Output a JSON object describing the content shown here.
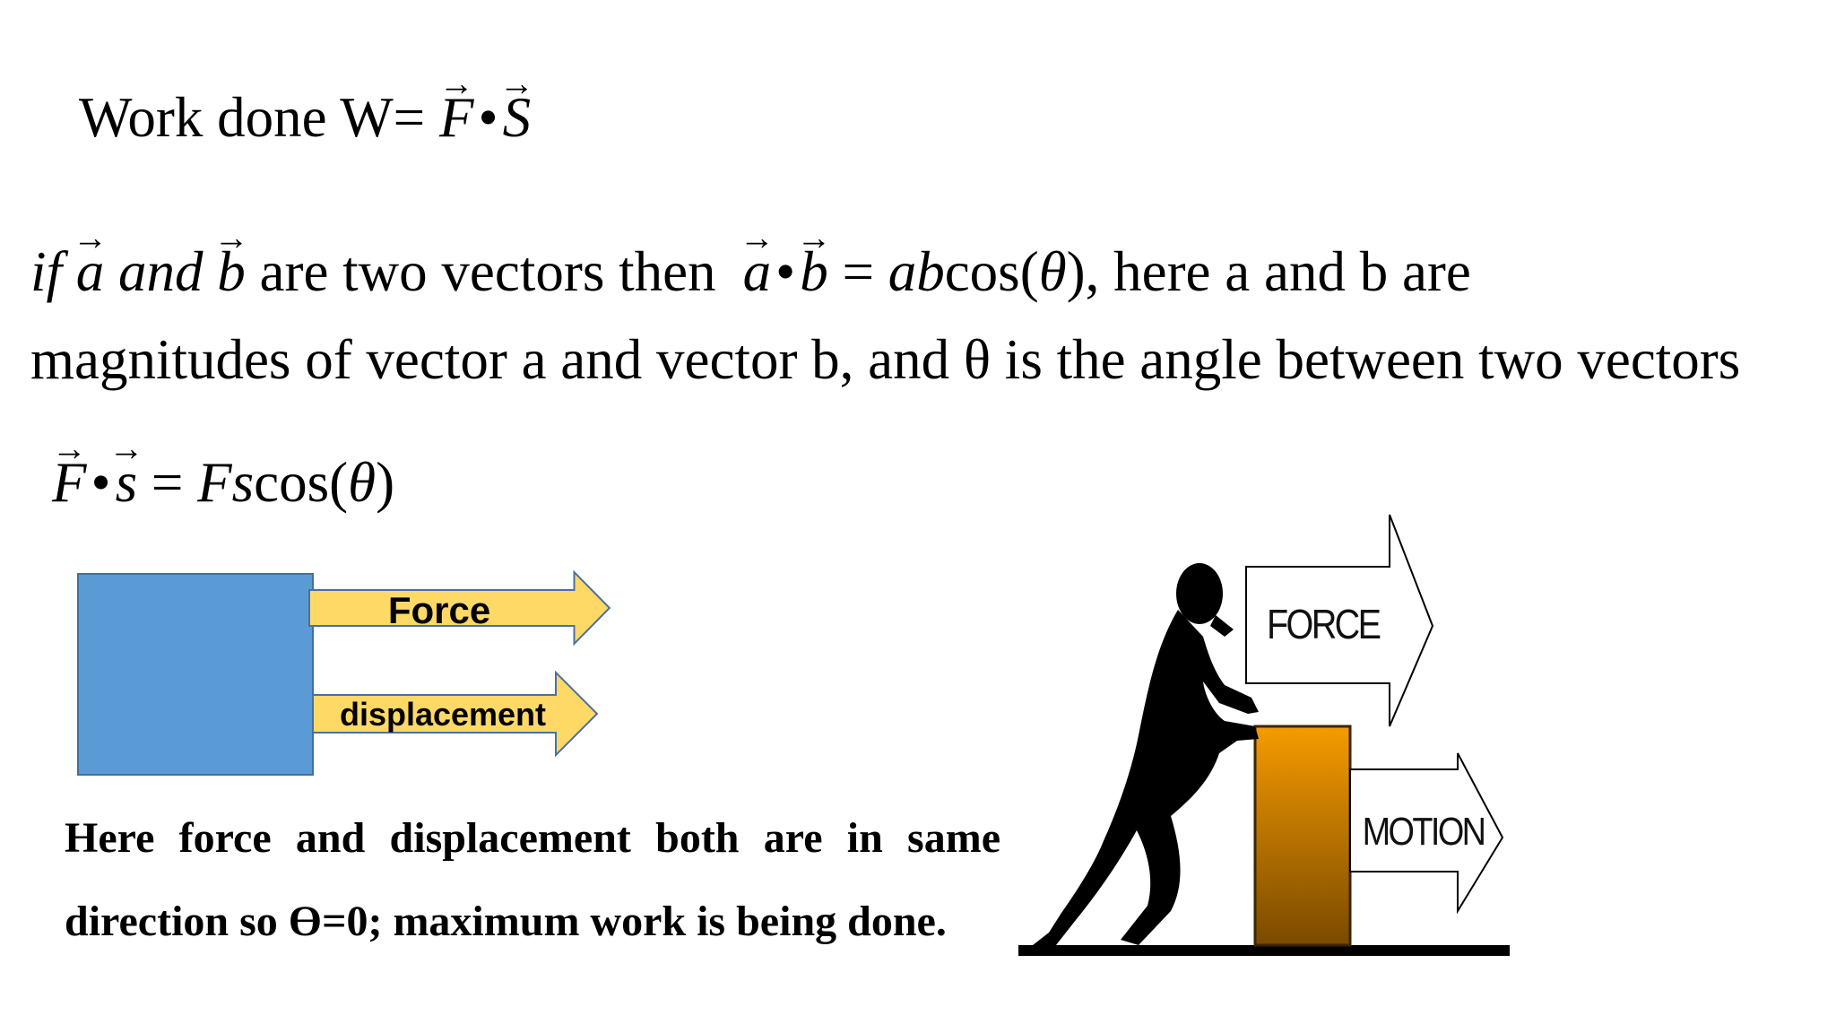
{
  "line1": {
    "prefix": "Work done W= ",
    "vec_f": "F",
    "dot": "•",
    "vec_s": "S"
  },
  "line2": {
    "if_word": "if",
    "vec_a": "a",
    "and_word": "and",
    "vec_b": "b",
    "middle_text": "are two vectors then",
    "dot": "•",
    "equals": "=",
    "ab": "ab",
    "cos_open": "cos(",
    "theta": "θ",
    "tail": "), here a  and b are"
  },
  "line3": {
    "text": "magnitudes of vector a and vector b, and θ is the angle between two vectors"
  },
  "line4": {
    "vec_f": "F",
    "dot": "•",
    "vec_s": "s",
    "equals": "=",
    "fs": "Fs",
    "cos_open": "cos(",
    "theta": "θ",
    "close": ")"
  },
  "arrow_glyph": "→",
  "diagram_left": {
    "force_label": "Force",
    "displacement_label": "displacement"
  },
  "diagram_right": {
    "force_label": "FORCE",
    "motion_label": "MOTION"
  },
  "paragraph": {
    "text": "Here force and displacement both are in same direction so ϴ=0; maximum work is being done."
  },
  "colors": {
    "block": "#5b9bd5",
    "arrow_fill": "#ffd966",
    "arrow_stroke": "#4a6fa5",
    "box_top": "#f59b00",
    "box_bottom": "#7a4a00"
  }
}
